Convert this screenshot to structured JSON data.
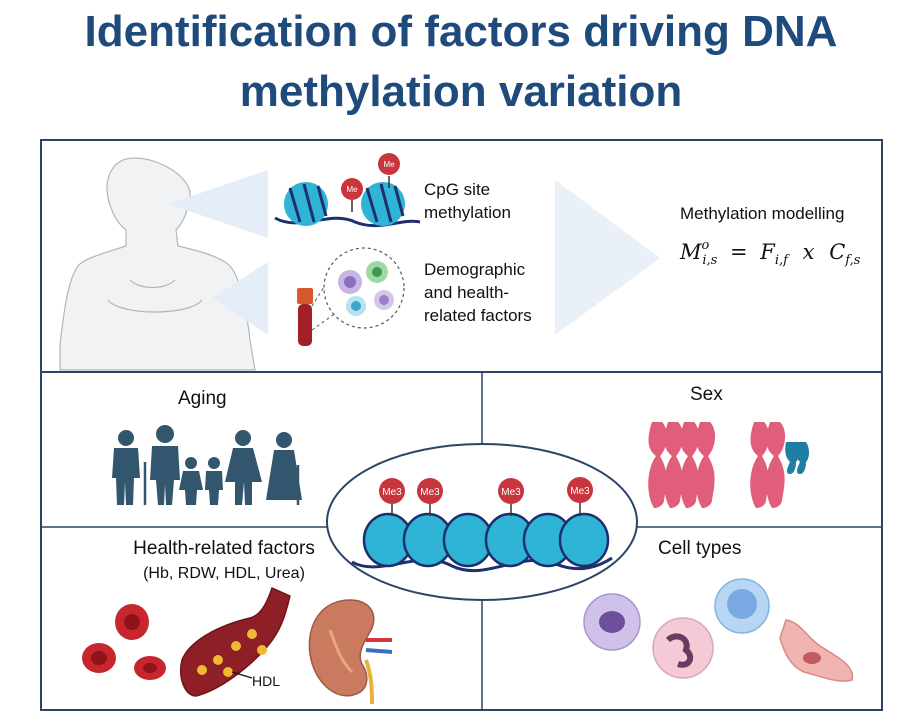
{
  "title": {
    "line1": "Identification of factors driving DNA",
    "line2": "methylation variation"
  },
  "top_panel": {
    "cpg_label_1": "CpG site",
    "cpg_label_2": "methylation",
    "demo_label_1": "Demographic",
    "demo_label_2": "and health-",
    "demo_label_3": "related factors",
    "me_mark": "Me",
    "modelling_label": "Methylation modelling",
    "formula": {
      "M": "M",
      "M_sup": "o",
      "M_sub": "i,s",
      "eq": "=",
      "F": "F",
      "F_sub": "i,f",
      "x": "x",
      "C": "C",
      "C_sub": "f,s"
    }
  },
  "quadrants": {
    "aging": "Aging",
    "sex": "Sex",
    "health_title": "Health-related factors",
    "health_sub": "(Hb, RDW, HDL, Urea)",
    "hdl_label": "HDL",
    "cell_types": "Cell types"
  },
  "center": {
    "me3_labels": [
      "Me3",
      "Me3",
      "Me3",
      "Me3"
    ]
  },
  "colors": {
    "title": "#1f4a7c",
    "frame": "#2c4567",
    "nucleosome": "#2fb3d6",
    "dna": "#1e2f6e",
    "methyl": "#c8353c",
    "silhouette": "#33566f",
    "chromosome": "#e05e79",
    "rbc": "#c8262e"
  }
}
